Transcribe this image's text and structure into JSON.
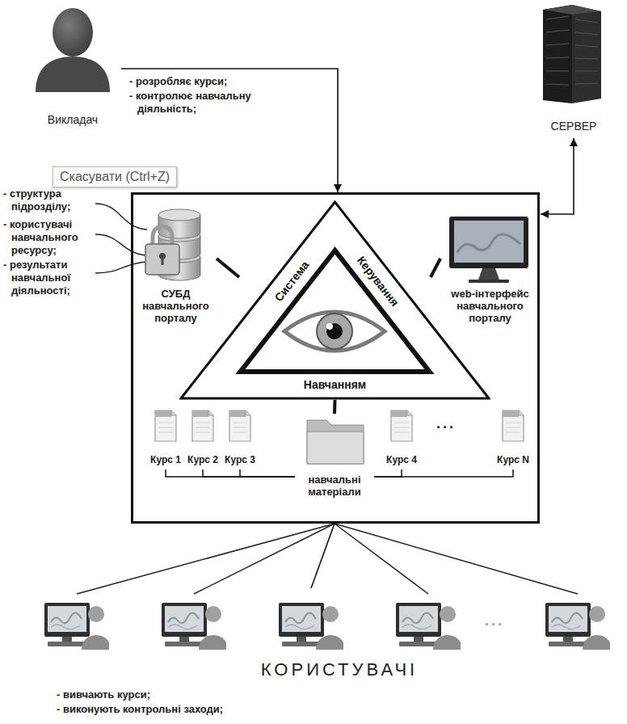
{
  "diagram": {
    "nodes": [
      {
        "text": [
          "Викладач"
        ]
      },
      {
        "text": [
          "СЕРВЕР"
        ]
      },
      {
        "text": []
      },
      {
        "text": [
          "Система",
          "Керування",
          "Навчанням"
        ],
        "in": 2
      },
      {
        "text": [
          "СУБД навчального порталу"
        ],
        "in": 2
      },
      {
        "text": [
          "web-інтерфейс навчального порталу"
        ],
        "in": 2
      },
      {
        "text": [
          "навчальні матеріали"
        ],
        "in": 2
      },
      {
        "text": [
          "Курс 1"
        ],
        "in": 2
      },
      {
        "text": [
          "Курс 2"
        ],
        "in": 2
      },
      {
        "text": [
          "Курс 3"
        ],
        "in": 2
      },
      {
        "text": [
          "Курс 4"
        ],
        "in": 2
      },
      {
        "text": [
          "Курс N"
        ],
        "in": 2
      },
      {
        "text": [
          "КОРИСТУВАЧІ"
        ]
      }
    ],
    "edges": [
      {
        "from": 0,
        "to": 2,
        "arrow": "to"
      },
      {
        "from": 2,
        "to": 1,
        "arrow": "both"
      },
      {
        "from": 3,
        "to": 4,
        "arrow": "none"
      },
      {
        "from": 3,
        "to": 5,
        "arrow": "none"
      },
      {
        "from": 3,
        "to": 6,
        "arrow": "none"
      },
      {
        "from": 6,
        "to": 7,
        "arrow": "none"
      },
      {
        "from": 6,
        "to": 8,
        "arrow": "none"
      },
      {
        "from": 6,
        "to": 9,
        "arrow": "none"
      },
      {
        "from": 6,
        "to": 10,
        "arrow": "none"
      },
      {
        "from": 6,
        "to": 11,
        "arrow": "none"
      },
      {
        "from": 2,
        "to": 12,
        "arrow": "none"
      }
    ],
    "labels": [
      "- розробляє курси;",
      "- контролює навчальну діяльність;",
      "Скасувати (Ctrl+Z)",
      "- структура підрозділу;",
      "- користувачі навчального ресурсу;",
      "- результати навчальної діяльності;",
      "...",
      "...",
      "- вивчають курси;",
      "- виконують контрольні заходи;"
    ]
  }
}
